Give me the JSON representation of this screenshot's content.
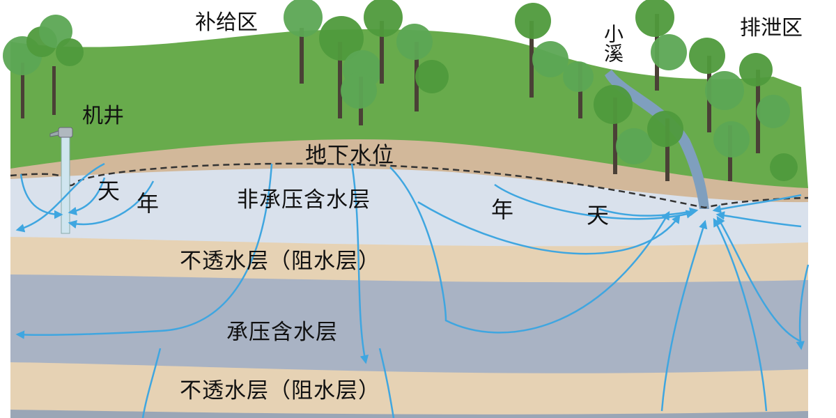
{
  "labels": {
    "recharge_zone": "补给区",
    "discharge_zone": "排泄区",
    "well": "机井",
    "stream": "小溪",
    "water_table": "地下水位",
    "unconfined_aquifer": "非承压含水层",
    "aquitard_upper": "不透水层（阻水层）",
    "confined_aquifer": "承压含水层",
    "aquitard_lower": "不透水层（阻水层）",
    "day_left": "天",
    "year_left": "年",
    "year_right": "年",
    "day_right": "天"
  },
  "colors": {
    "sky": "#ffffff",
    "grass": "#68ab4c",
    "grass_dark": "#4f9a3c",
    "soil": "#d2b89a",
    "unconfined": "#d9e1ec",
    "aquitard": "#e6d2b4",
    "confined": "#a9b3c4",
    "bottom": "#9aa6b6",
    "flow_arrow": "#3fa6e0",
    "tree_canopy": "#5ca654",
    "tree_trunk": "#4a4036",
    "stream": "#7f9fbe",
    "well": "#cfe5ef"
  }
}
